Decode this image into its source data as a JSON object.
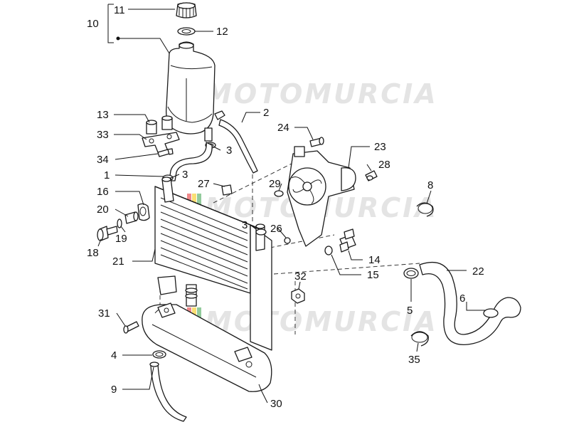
{
  "watermark": {
    "text": "MOTOMURCIA",
    "colors": [
      "#e3262a",
      "#f6c400",
      "#3aa14a"
    ]
  },
  "callouts": [
    {
      "id": "c11",
      "text": "11"
    },
    {
      "id": "c10",
      "text": "10"
    },
    {
      "id": "c12",
      "text": "12"
    },
    {
      "id": "c2",
      "text": "2"
    },
    {
      "id": "c13",
      "text": "13"
    },
    {
      "id": "c33",
      "text": "33"
    },
    {
      "id": "c24",
      "text": "24"
    },
    {
      "id": "c3a",
      "text": "3"
    },
    {
      "id": "c23",
      "text": "23"
    },
    {
      "id": "c34",
      "text": "34"
    },
    {
      "id": "c28",
      "text": "28"
    },
    {
      "id": "c1",
      "text": "1"
    },
    {
      "id": "c3b",
      "text": "3"
    },
    {
      "id": "c27",
      "text": "27"
    },
    {
      "id": "c29",
      "text": "29"
    },
    {
      "id": "c8",
      "text": "8"
    },
    {
      "id": "c16",
      "text": "16"
    },
    {
      "id": "c20",
      "text": "20"
    },
    {
      "id": "c19",
      "text": "19"
    },
    {
      "id": "c3c",
      "text": "3"
    },
    {
      "id": "c26",
      "text": "26"
    },
    {
      "id": "c18",
      "text": "18"
    },
    {
      "id": "c14",
      "text": "14"
    },
    {
      "id": "c21",
      "text": "21"
    },
    {
      "id": "c22",
      "text": "22"
    },
    {
      "id": "c15",
      "text": "15"
    },
    {
      "id": "c32",
      "text": "32"
    },
    {
      "id": "c6",
      "text": "6"
    },
    {
      "id": "c5",
      "text": "5"
    },
    {
      "id": "c31",
      "text": "31"
    },
    {
      "id": "c4",
      "text": "4"
    },
    {
      "id": "c35",
      "text": "35"
    },
    {
      "id": "c9",
      "text": "9"
    },
    {
      "id": "c30",
      "text": "30"
    }
  ]
}
